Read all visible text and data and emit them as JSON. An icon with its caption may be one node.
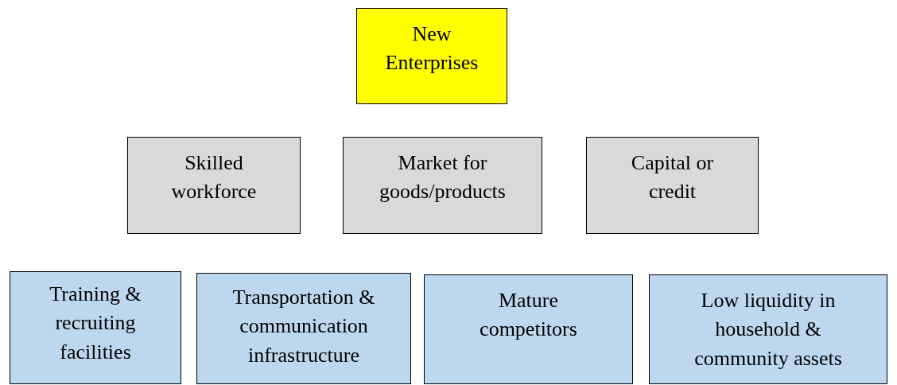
{
  "diagram": {
    "nodes": [
      {
        "text": [
          "New Enterprises"
        ]
      },
      {
        "text": [
          "Skilled workforce"
        ]
      },
      {
        "text": [
          "Market for goods/products"
        ]
      },
      {
        "text": [
          "Capital or credit"
        ]
      },
      {
        "text": [
          "Training & recruiting facilities"
        ]
      },
      {
        "text": [
          "Transportation & communication infrastructure"
        ]
      },
      {
        "text": [
          "Mature competitors"
        ]
      },
      {
        "text": [
          "Low liquidity in household & community assets"
        ]
      }
    ]
  }
}
